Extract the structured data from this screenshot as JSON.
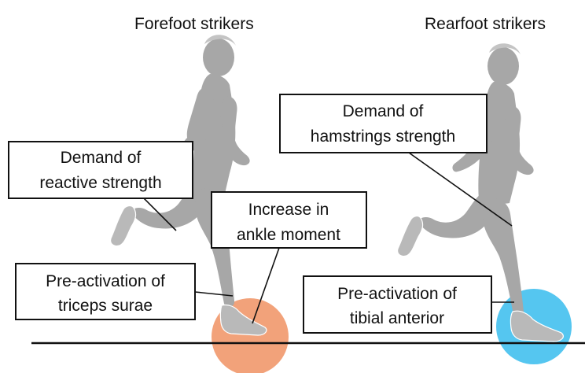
{
  "headings": {
    "forefoot": "Forefoot strikers",
    "rearfoot": "Rearfoot strikers"
  },
  "callouts": {
    "reactive_strength": [
      "Demand of",
      "reactive strength"
    ],
    "ankle_moment": [
      "Increase in",
      "ankle moment"
    ],
    "triceps_surae": [
      "Pre-activation of",
      "triceps surae"
    ],
    "hamstrings_strength": [
      "Demand of",
      "hamstrings strength"
    ],
    "tibial_anterior": [
      "Pre-activation of",
      "tibial anterior"
    ]
  },
  "colors": {
    "forefoot_contact_circle": "#f2a27a",
    "rearfoot_contact_circle": "#55c6f0",
    "runner_silhouette": "#a7a7a7",
    "ground_line": "#111111"
  }
}
